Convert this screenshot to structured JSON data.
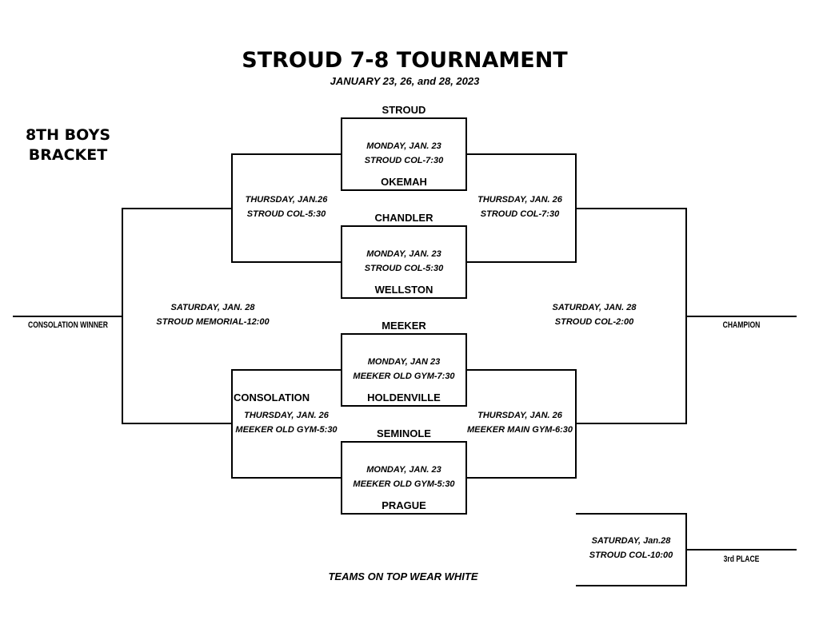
{
  "header": {
    "title": "STROUD 7-8 TOURNAMENT",
    "dates": "JANUARY 23, 26, and 28, 2023"
  },
  "bracket_name": {
    "line1": "8TH BOYS",
    "line2": "BRACKET"
  },
  "teams": {
    "stroud": "STROUD",
    "okemah": "OKEMAH",
    "chandler": "CHANDLER",
    "wellston": "WELLSTON",
    "meeker": "MEEKER",
    "holdenville": "HOLDENVILLE",
    "seminole": "SEMINOLE",
    "prague": "PRAGUE"
  },
  "games": {
    "g1": {
      "date": "MONDAY, JAN. 23",
      "site": "STROUD COL-7:30"
    },
    "g2": {
      "date": "MONDAY, JAN. 23",
      "site": "STROUD COL-5:30"
    },
    "g3": {
      "date": "MONDAY, JAN 23",
      "site": "MEEKER OLD GYM-7:30"
    },
    "g4": {
      "date": "MONDAY, JAN. 23",
      "site": "MEEKER OLD GYM-5:30"
    },
    "cons_top": {
      "date": "THURSDAY, JAN.26",
      "site": "STROUD COL-5:30"
    },
    "semi_top": {
      "date": "THURSDAY, JAN. 26",
      "site": "STROUD COL-7:30"
    },
    "cons_bottom": {
      "date": "THURSDAY, JAN. 26",
      "site": "MEEKER OLD GYM-5:30"
    },
    "semi_bottom": {
      "date": "THURSDAY, JAN. 26",
      "site": "MEEKER MAIN GYM-6:30"
    },
    "cons_final": {
      "date": "SATURDAY, JAN. 28",
      "site": "STROUD MEMORIAL-12:00"
    },
    "championship": {
      "date": "SATURDAY, JAN. 28",
      "site": "STROUD COL-2:00"
    },
    "third_place": {
      "date": "SATURDAY, Jan.28",
      "site": "STROUD COL-10:00"
    }
  },
  "labels": {
    "consolation": "CONSOLATION",
    "consolation_winner": "CONSOLATION WINNER",
    "champion": "CHAMPION",
    "third_place": "3rd PLACE"
  },
  "footer_note": "TEAMS ON TOP WEAR WHITE"
}
